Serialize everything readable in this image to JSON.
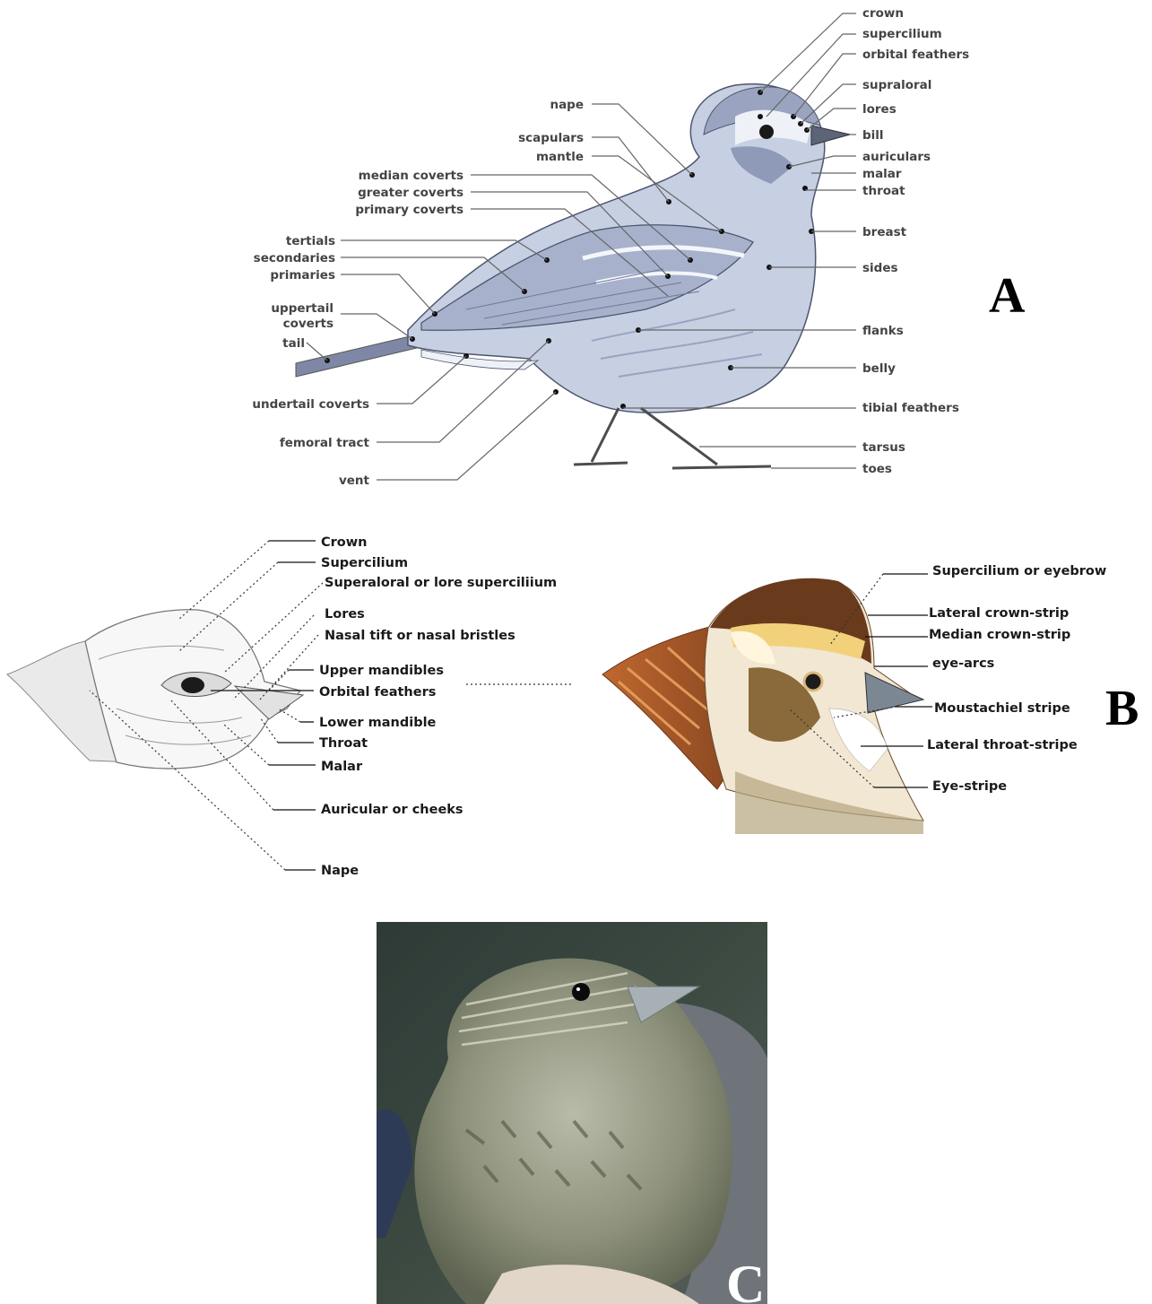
{
  "panels": {
    "a": {
      "letter": "A",
      "labels_right": [
        "crown",
        "supercilium",
        "orbital feathers",
        "supraloral",
        "lores",
        "bill",
        "auriculars",
        "malar",
        "throat",
        "breast",
        "sides",
        "flanks",
        "belly",
        "tibial feathers",
        "tarsus",
        "toes"
      ],
      "labels_left": [
        "nape",
        "scapulars",
        "mantle",
        "median coverts",
        "greater coverts",
        "primary coverts",
        "tertials",
        "secondaries",
        "primaries",
        "uppertail",
        "coverts",
        "tail",
        "undertail coverts",
        "femoral tract",
        "vent"
      ]
    },
    "b": {
      "letter": "B",
      "sketch_labels": [
        "Crown",
        "Supercilium",
        "Superaloral or lore superciliium",
        "Lores",
        "Nasal tift or nasal bristles",
        "Upper mandibles",
        "Orbital feathers",
        "Lower mandible",
        "Throat",
        "Malar",
        "Auricular or cheeks",
        "Nape"
      ],
      "color_labels": [
        "Supercilium or eyebrow",
        "Lateral crown-strip",
        "Median crown-strip",
        "eye-arcs",
        "Moustachiel stripe",
        "Lateral throat-stripe",
        "Eye-stripe"
      ]
    },
    "c": {
      "letter": "C"
    }
  },
  "colors": {
    "bird_body": "#c7cfe2",
    "bird_shade": "#8f9ab8",
    "plumage_brown": "#a4502a",
    "photo_background": "#3c4a42"
  }
}
